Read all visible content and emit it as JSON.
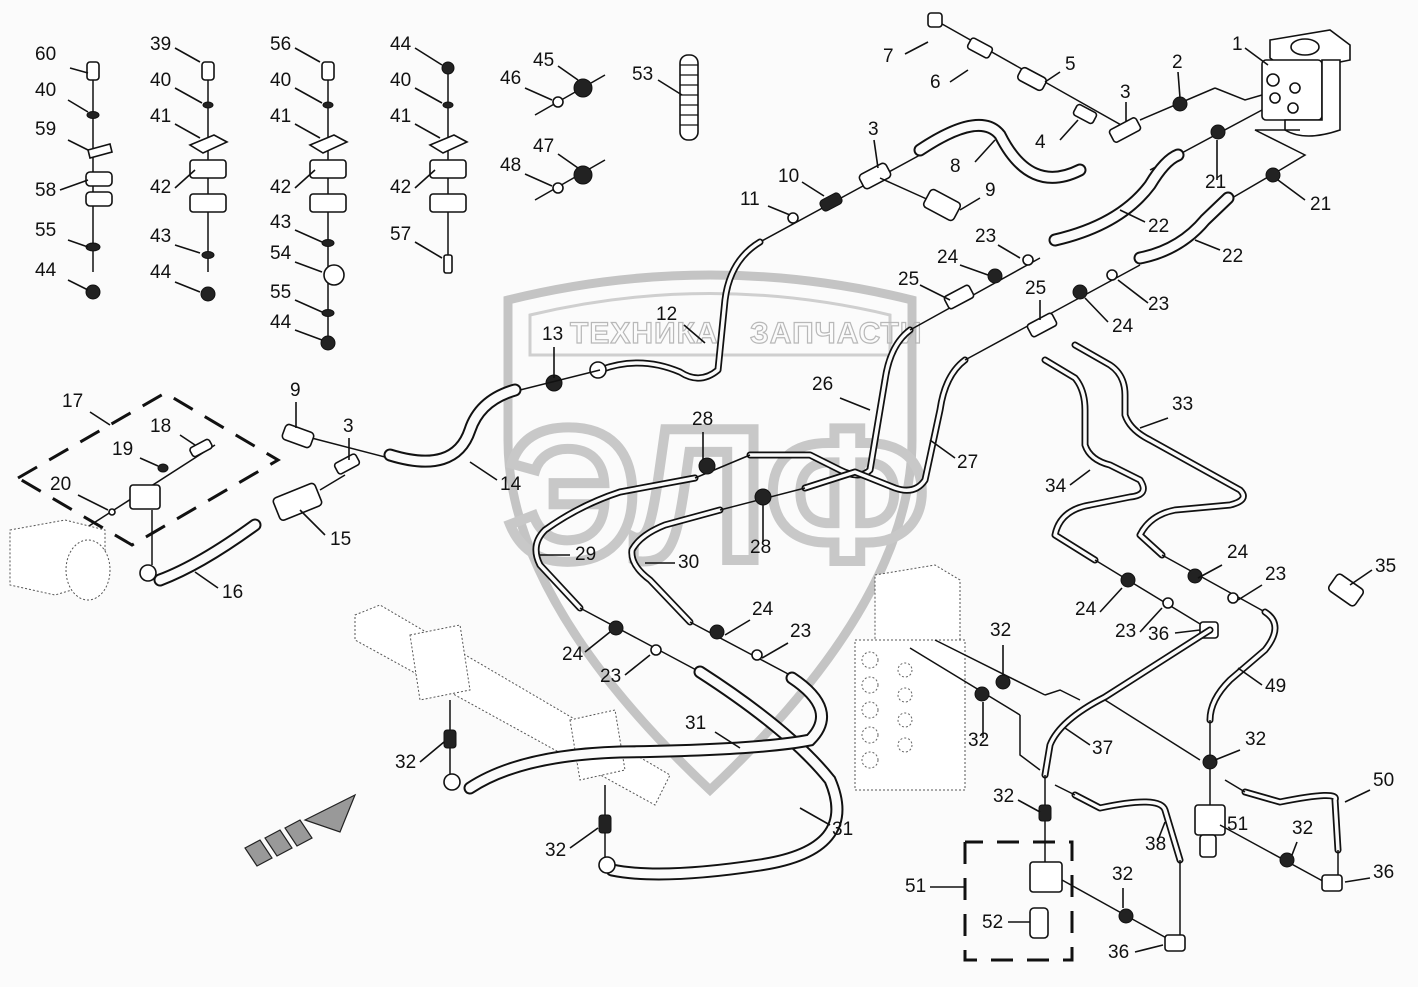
{
  "diagram": {
    "title": "Hydraulic steering and control lines — exploded parts diagram",
    "watermark": {
      "left_text": "ТЕХНИКА",
      "right_text": "ЗАПЧАСТИ",
      "logo_text": "ЭЛФ"
    },
    "callouts": [
      {
        "id": "c60",
        "text": "60"
      },
      {
        "id": "c40a",
        "text": "40"
      },
      {
        "id": "c59",
        "text": "59"
      },
      {
        "id": "c58",
        "text": "58"
      },
      {
        "id": "c55a",
        "text": "55"
      },
      {
        "id": "c44a",
        "text": "44"
      },
      {
        "id": "c39",
        "text": "39"
      },
      {
        "id": "c40b",
        "text": "40"
      },
      {
        "id": "c41a",
        "text": "41"
      },
      {
        "id": "c42a",
        "text": "42"
      },
      {
        "id": "c43a",
        "text": "43"
      },
      {
        "id": "c44b",
        "text": "44"
      },
      {
        "id": "c56",
        "text": "56"
      },
      {
        "id": "c40c",
        "text": "40"
      },
      {
        "id": "c41b",
        "text": "41"
      },
      {
        "id": "c42b",
        "text": "42"
      },
      {
        "id": "c43b",
        "text": "43"
      },
      {
        "id": "c54",
        "text": "54"
      },
      {
        "id": "c55b",
        "text": "55"
      },
      {
        "id": "c44c",
        "text": "44"
      },
      {
        "id": "c44d",
        "text": "44"
      },
      {
        "id": "c40d",
        "text": "40"
      },
      {
        "id": "c41c",
        "text": "41"
      },
      {
        "id": "c42c",
        "text": "42"
      },
      {
        "id": "c57",
        "text": "57"
      },
      {
        "id": "c45",
        "text": "45"
      },
      {
        "id": "c46",
        "text": "46"
      },
      {
        "id": "c47",
        "text": "47"
      },
      {
        "id": "c48",
        "text": "48"
      },
      {
        "id": "c53",
        "text": "53"
      },
      {
        "id": "c7",
        "text": "7"
      },
      {
        "id": "c6",
        "text": "6"
      },
      {
        "id": "c5",
        "text": "5"
      },
      {
        "id": "c4",
        "text": "4"
      },
      {
        "id": "c3a",
        "text": "3"
      },
      {
        "id": "c2",
        "text": "2"
      },
      {
        "id": "c1",
        "text": "1"
      },
      {
        "id": "c3b",
        "text": "3"
      },
      {
        "id": "c8",
        "text": "8"
      },
      {
        "id": "c9a",
        "text": "9"
      },
      {
        "id": "c10",
        "text": "10"
      },
      {
        "id": "c11",
        "text": "11"
      },
      {
        "id": "c21a",
        "text": "21"
      },
      {
        "id": "c21b",
        "text": "21"
      },
      {
        "id": "c22a",
        "text": "22"
      },
      {
        "id": "c22b",
        "text": "22"
      },
      {
        "id": "c23a",
        "text": "23"
      },
      {
        "id": "c24a",
        "text": "24"
      },
      {
        "id": "c25a",
        "text": "25"
      },
      {
        "id": "c25b",
        "text": "25"
      },
      {
        "id": "c23b",
        "text": "23"
      },
      {
        "id": "c24b",
        "text": "24"
      },
      {
        "id": "c12",
        "text": "12"
      },
      {
        "id": "c13",
        "text": "13"
      },
      {
        "id": "c14",
        "text": "14"
      },
      {
        "id": "c17",
        "text": "17"
      },
      {
        "id": "c18",
        "text": "18"
      },
      {
        "id": "c19",
        "text": "19"
      },
      {
        "id": "c20",
        "text": "20"
      },
      {
        "id": "c9b",
        "text": "9"
      },
      {
        "id": "c3c",
        "text": "3"
      },
      {
        "id": "c15",
        "text": "15"
      },
      {
        "id": "c16",
        "text": "16"
      },
      {
        "id": "c26",
        "text": "26"
      },
      {
        "id": "c27",
        "text": "27"
      },
      {
        "id": "c28a",
        "text": "28"
      },
      {
        "id": "c28b",
        "text": "28"
      },
      {
        "id": "c29",
        "text": "29"
      },
      {
        "id": "c30",
        "text": "30"
      },
      {
        "id": "c33",
        "text": "33"
      },
      {
        "id": "c34",
        "text": "34"
      },
      {
        "id": "c24c",
        "text": "24"
      },
      {
        "id": "c23c",
        "text": "23"
      },
      {
        "id": "c24d",
        "text": "24"
      },
      {
        "id": "c23d",
        "text": "23"
      },
      {
        "id": "c24e",
        "text": "24"
      },
      {
        "id": "c23e",
        "text": "23"
      },
      {
        "id": "c24f",
        "text": "24"
      },
      {
        "id": "c23f",
        "text": "23"
      },
      {
        "id": "c36a",
        "text": "36"
      },
      {
        "id": "c35",
        "text": "35"
      },
      {
        "id": "c31a",
        "text": "31"
      },
      {
        "id": "c31b",
        "text": "31"
      },
      {
        "id": "c32a",
        "text": "32"
      },
      {
        "id": "c32b",
        "text": "32"
      },
      {
        "id": "c32c",
        "text": "32"
      },
      {
        "id": "c32d",
        "text": "32"
      },
      {
        "id": "c37",
        "text": "37"
      },
      {
        "id": "c49",
        "text": "49"
      },
      {
        "id": "c32e",
        "text": "32"
      },
      {
        "id": "c32f",
        "text": "32"
      },
      {
        "id": "c50",
        "text": "50"
      },
      {
        "id": "c51a",
        "text": "51"
      },
      {
        "id": "c32g",
        "text": "32"
      },
      {
        "id": "c36b",
        "text": "36"
      },
      {
        "id": "c38",
        "text": "38"
      },
      {
        "id": "c51b",
        "text": "51"
      },
      {
        "id": "c52",
        "text": "52"
      },
      {
        "id": "c32h",
        "text": "32"
      },
      {
        "id": "c36c",
        "text": "36"
      }
    ]
  }
}
